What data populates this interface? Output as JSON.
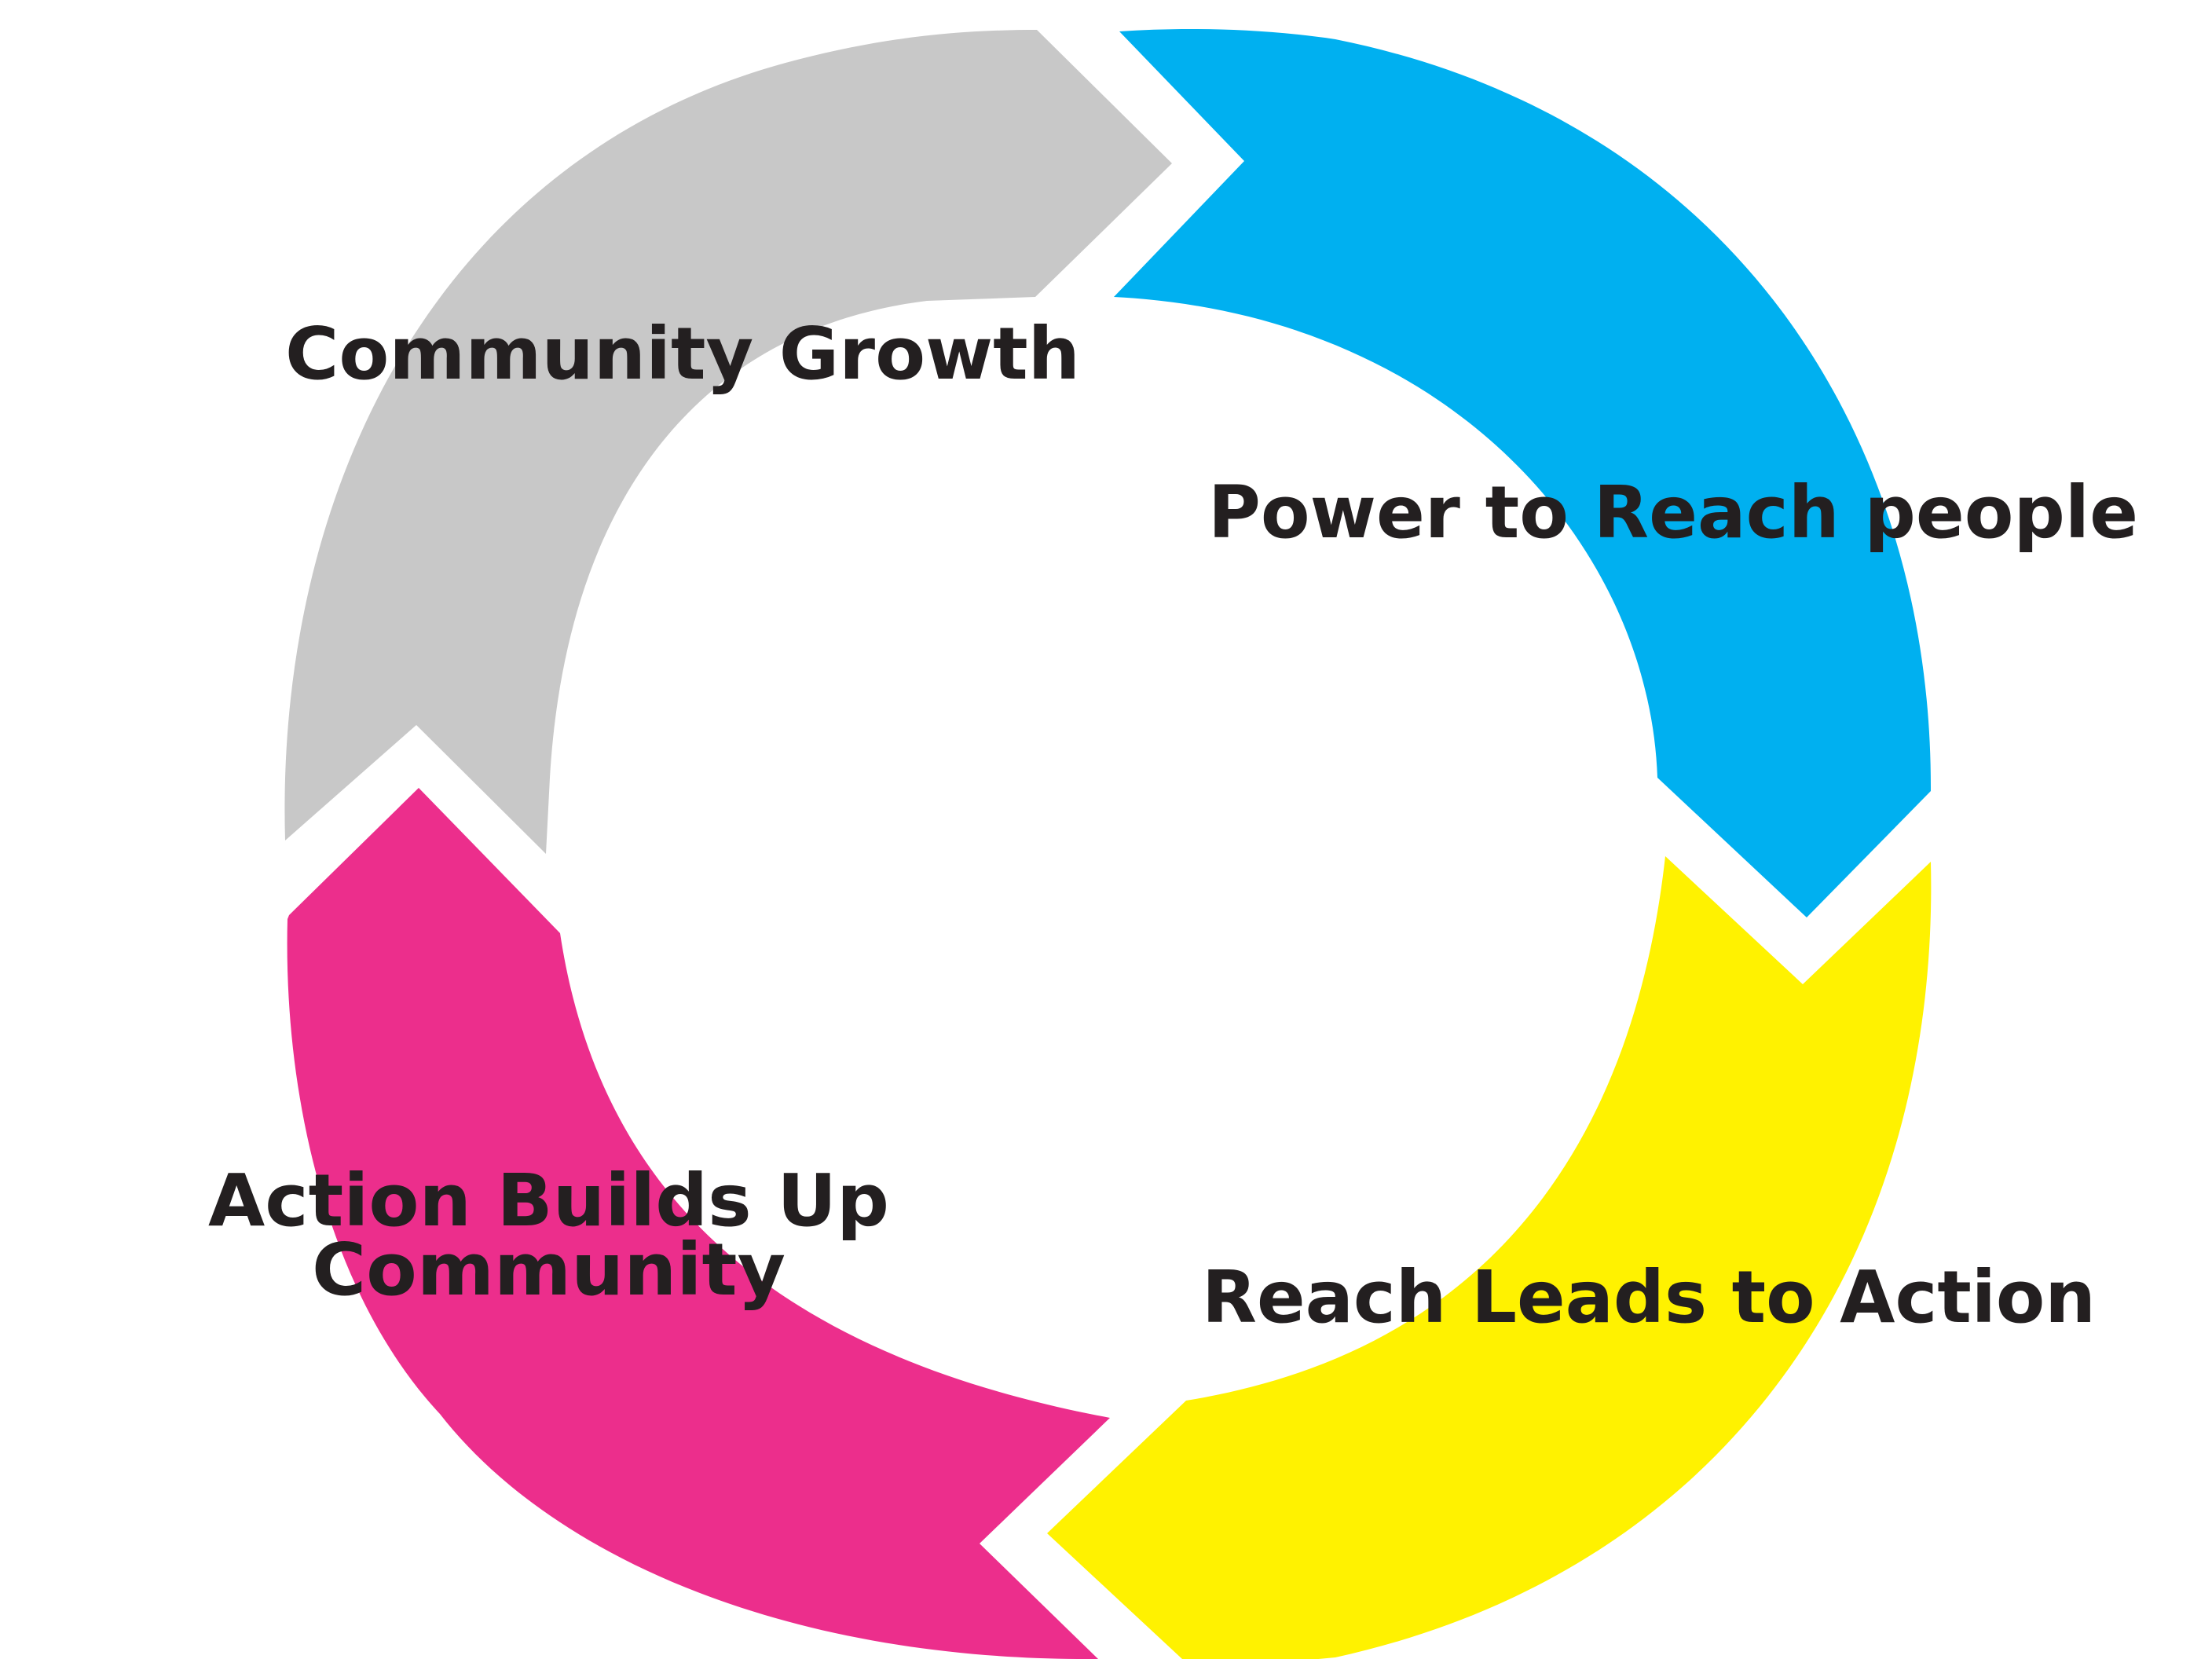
{
  "diagram": {
    "type": "cycle",
    "segments": [
      {
        "id": "gray",
        "label": "Community Growth",
        "color": "#c8c8c8"
      },
      {
        "id": "blue",
        "label": "Power to Reach people",
        "color": "#00b0f0"
      },
      {
        "id": "yellow",
        "label": "Reach Leads to Action",
        "color": "#fff200"
      },
      {
        "id": "magenta",
        "label_lines": [
          "Action Builds Up",
          "Community"
        ],
        "color": "#ec2e8c"
      }
    ],
    "text_color": "#231f20",
    "background": "#ffffff"
  }
}
